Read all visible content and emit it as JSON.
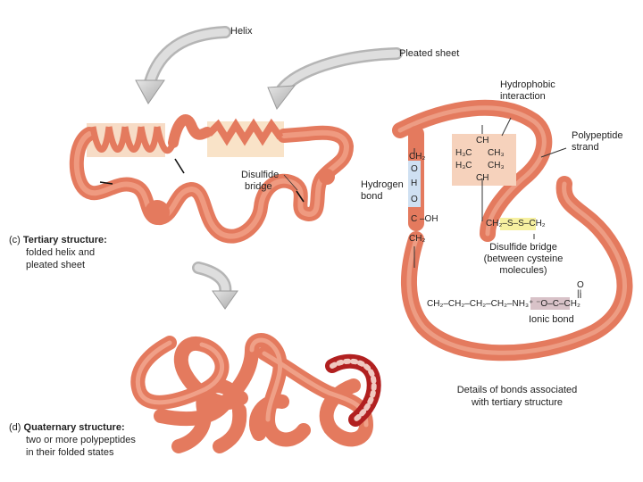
{
  "labels": {
    "helix": "Helix",
    "pleated_sheet": "Pleated sheet",
    "hydrophobic": [
      "Hydrophobic",
      "interaction"
    ],
    "polypeptide": [
      "Polypeptide",
      "strand"
    ],
    "disulfide_bridge_left": [
      "Disulfide",
      "bridge"
    ],
    "hydrogen_bond": [
      "Hydrogen",
      "bond"
    ],
    "disulfide_bridge_right": [
      "Disulfide bridge",
      "(between cysteine",
      "molecules)"
    ],
    "ionic_bond": "Ionic bond",
    "details": [
      "Details of bonds associated",
      "with tertiary structure"
    ]
  },
  "captions": {
    "tertiary": {
      "tag": "(c)",
      "title": "Tertiary structure:",
      "lines": [
        "folded helix and",
        "pleated sheet"
      ]
    },
    "quaternary": {
      "tag": "(d)",
      "title": "Quaternary structure:",
      "lines": [
        "two or more polypeptides",
        "in their folded states"
      ]
    }
  },
  "chemistry": {
    "ch_top": "CH",
    "h3c_1": "H₃C",
    "ch3_1": "CH₃",
    "h3c_2": "H₃C",
    "ch3_2": "CH₃",
    "ch_bottom": "CH",
    "ch2_left_top": "CH₂",
    "o_h": "O",
    "h": "H",
    "o_c": "O",
    "c": "C",
    "oh": "–OH",
    "ch2_left_bottom": "CH₂",
    "disulfide": "CH₂–S–S–CH₂",
    "ionic_chain": "CH₂–CH₂–CH₂–CH₂–NH₃⁺ ⁻O–C–CH₂",
    "o_top": "O",
    "dbl": "||"
  },
  "colors": {
    "strand": "#e47a5e",
    "strand_light": "#f4b39c",
    "helix_band": "#f7dcc6",
    "sheet_band": "#f9e3c8",
    "hydrophobic_box": "#f6d2bc",
    "hbond_box": "#cfe0f2",
    "disulfide_box": "#f6f0a0",
    "ionic_box": "#d8c2c8",
    "arrow": "#c8c8c8",
    "dark_red": "#b12020"
  }
}
